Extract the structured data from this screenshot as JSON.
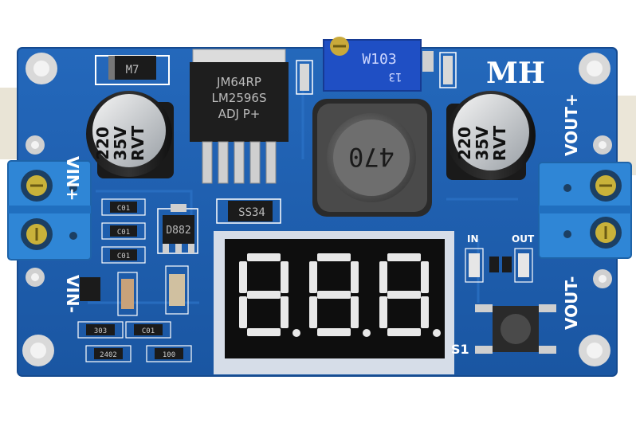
{
  "board": {
    "colors": {
      "pcb": "#1f5fb0",
      "pcb_dark": "#184e96",
      "terminal": "#2f86d6",
      "silkscreen": "#ffffff"
    },
    "labels": {
      "vin_plus": "VIN+",
      "vin_minus": "VIN-",
      "vout_plus": "VOUT+",
      "vout_minus": "VOUT-",
      "brand": "MH",
      "in_led": "IN",
      "out_led": "OUT",
      "switch": "S1"
    },
    "components": {
      "diode_top": "M7",
      "regulator_line1": "JM64RP",
      "regulator_line2": "LM2596S",
      "regulator_line3": "ADJ P+",
      "potentiometer": "W103",
      "pot_sub": "13",
      "inductor": "470",
      "schottky": "SS34",
      "transistor": "D882",
      "cap_left": [
        "220",
        "35V",
        "RVT"
      ],
      "cap_right": [
        "220",
        "35V",
        "RVT"
      ],
      "resistors": [
        "C01",
        "C01",
        "C01",
        "303",
        "C01",
        "2402",
        "100"
      ]
    },
    "display": {
      "digits": [
        "8.",
        "8.",
        "8."
      ]
    }
  }
}
